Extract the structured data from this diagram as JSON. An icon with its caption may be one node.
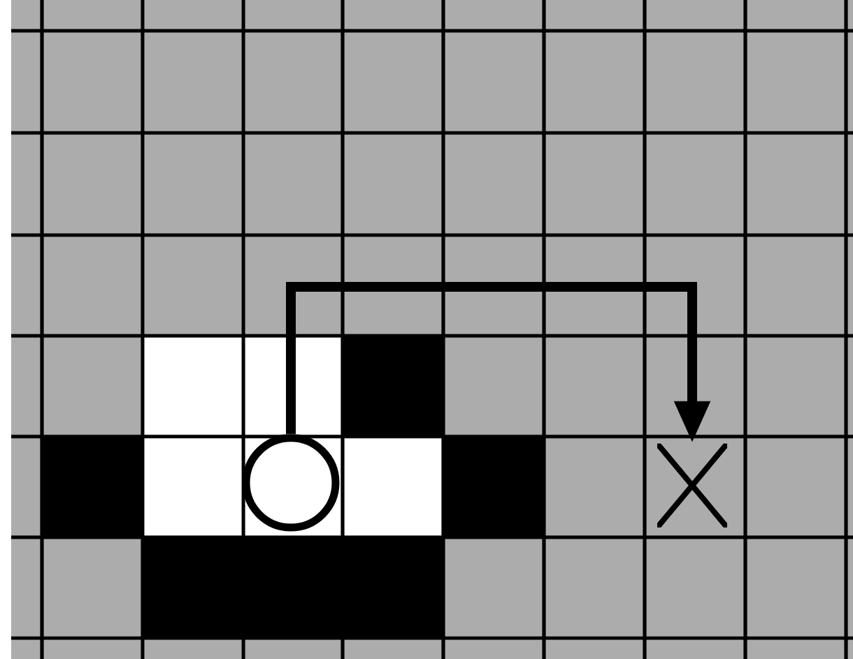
{
  "diagram": {
    "nodes": [
      {
        "text": [],
        "shape": "circle"
      },
      {
        "text": [],
        "shape": "cross"
      }
    ],
    "edges": [
      {
        "from": 0,
        "to": 1,
        "arrow": "to"
      }
    ]
  }
}
